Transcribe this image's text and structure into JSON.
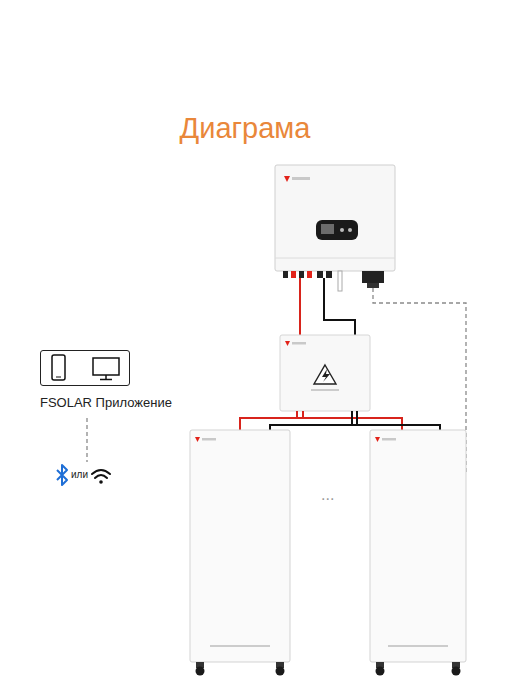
{
  "diagram": {
    "title": "Диаграма",
    "nodes": [
      {
        "text": [
          "FSOLAR Приложение"
        ]
      }
    ],
    "labels": [
      "или",
      "..."
    ]
  }
}
